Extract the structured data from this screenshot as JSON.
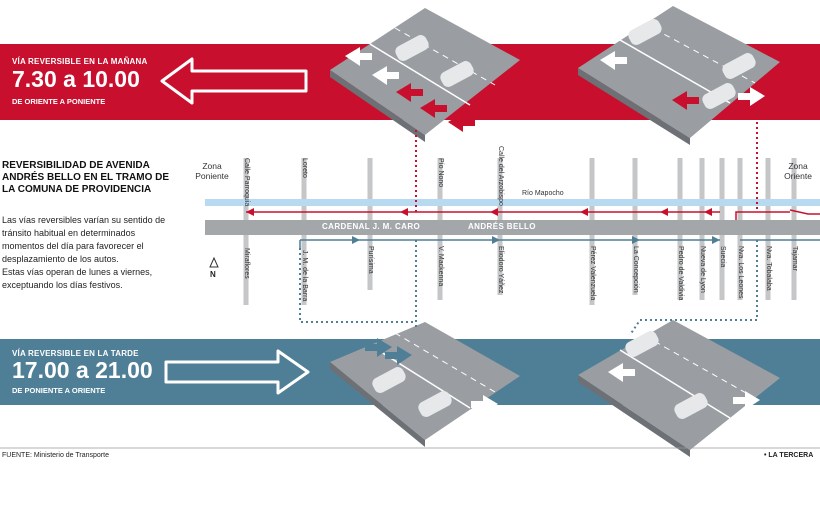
{
  "morning": {
    "kicker": "VÍA REVERSIBLE EN LA MAÑANA",
    "time": "7.30 a 10.00",
    "direction": "DE ORIENTE A PONIENTE",
    "color": "#c8102e"
  },
  "evening": {
    "kicker": "VÍA REVERSIBLE EN LA TARDE",
    "time": "17.00 a 21.00",
    "direction": "DE PONIENTE A ORIENTE",
    "color": "#4f7f97"
  },
  "intro": {
    "title_line1": "REVERSIBILIDAD DE AVENIDA",
    "title_line2": "ANDRÉS BELLO EN EL TRAMO DE",
    "title_line3": "LA COMUNA DE PROVIDENCIA",
    "body_line1": "Las vías reversibles varían su sentido de",
    "body_line2": "tránsito habitual en determinados",
    "body_line3": "momentos del día para favorecer el",
    "body_line4": "desplazamiento de los autos.",
    "body_line5": "Estas vías operan de lunes a viernes,",
    "body_line6": "exceptuando los días festivos."
  },
  "map": {
    "zone_west_line1": "Zona",
    "zone_west_line2": "Poniente",
    "zone_east_line1": "Zona",
    "zone_east_line2": "Oriente",
    "river": "Río Mapocho",
    "avenue_west": "CARDENAL J. M. CARO",
    "avenue_east": "ANDRÉS BELLO",
    "north": "N",
    "streets_top": [
      "Calle Parroquia",
      "Loreto",
      "Pío Nono",
      "Calle del Arzobispo"
    ],
    "streets_bottom": [
      "Miraflores",
      "J. M. de la Barra",
      "Purísima",
      "V. Mackenna",
      "Eliodoro Yáñez",
      "Pérez Valenzuela",
      "La Concepción",
      "Pedro de Valdivia",
      "Nueva de Lyon",
      "Suecia",
      "Nva. Los Leones",
      "Nva. Tobalaba",
      "Tajamar"
    ]
  },
  "footer": {
    "source": "FUENTE: Ministerio de Transporte",
    "brand": "• LA TERCERA"
  }
}
